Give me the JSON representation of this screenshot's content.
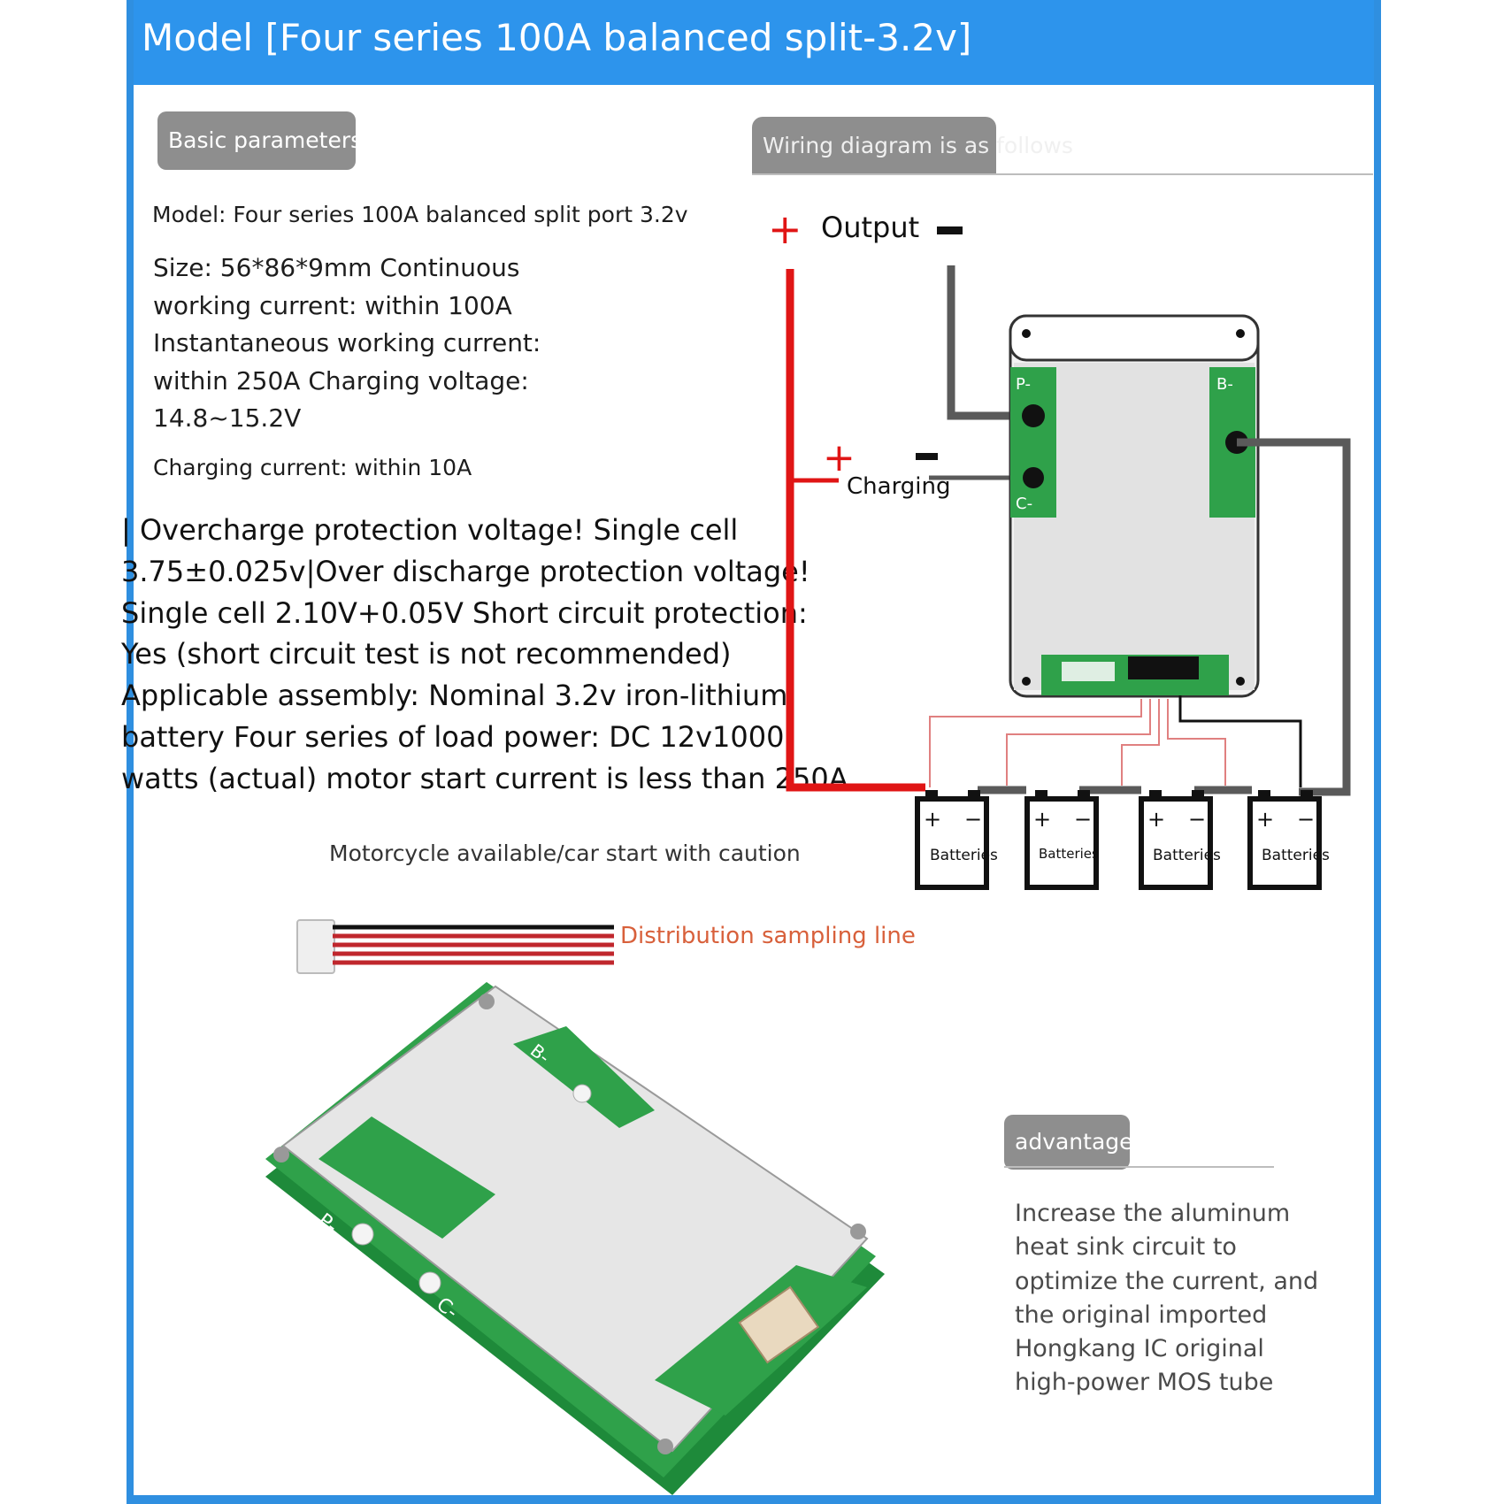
{
  "header": {
    "title": "Model [Four series 100A balanced split-3.2v]"
  },
  "basic": {
    "pill_label": "Basic parameters",
    "model_line": "Model: Four series 100A balanced split port 3.2v",
    "size_lines": [
      "Size: 56*86*9mm Continuous",
      "working current: within 100A",
      "Instantaneous working current:",
      "within 250A Charging voltage:",
      "14.8~15.2V"
    ],
    "charging_current": "Charging current: within 10A"
  },
  "protection_lines": [
    "| Overcharge protection voltage! Single cell",
    "3.75±0.025v|Over discharge protection voltage!",
    "Single cell 2.10V+0.05V Short circuit protection:",
    "Yes (short circuit test is not recommended)",
    "Applicable assembly: Nominal 3.2v iron-lithium",
    "battery Four series of load power: DC 12v1000",
    "watts (actual) motor start current is less than 250A"
  ],
  "motorcycle_note": "Motorcycle available/car start with caution",
  "wiring": {
    "pill_label": "Wiring diagram is as follows",
    "output_label": "Output",
    "charging_label": "Charging",
    "plus_sign": "+",
    "minus_sign": "−",
    "board_labels": [
      "P-",
      "C-",
      "B-"
    ],
    "battery_label": "Batteries",
    "battery_count": 4,
    "colors": {
      "positive": "#e01515",
      "negative": "#5a5a5a",
      "balance": "#e08080"
    }
  },
  "sampling_line_label": "Distribution sampling line",
  "advantage": {
    "pill_label": "advantage",
    "body_lines": [
      "Increase the aluminum",
      "heat sink circuit to",
      "optimize the current, and",
      "the original imported",
      "Hongkang IC original",
      "high-power MOS tube"
    ]
  },
  "theme": {
    "frame_blue": "#2d94ec",
    "pill_gray": "#8e8e8e",
    "accent_orange": "#d8603b",
    "pcb_green": "#2fa14a"
  }
}
